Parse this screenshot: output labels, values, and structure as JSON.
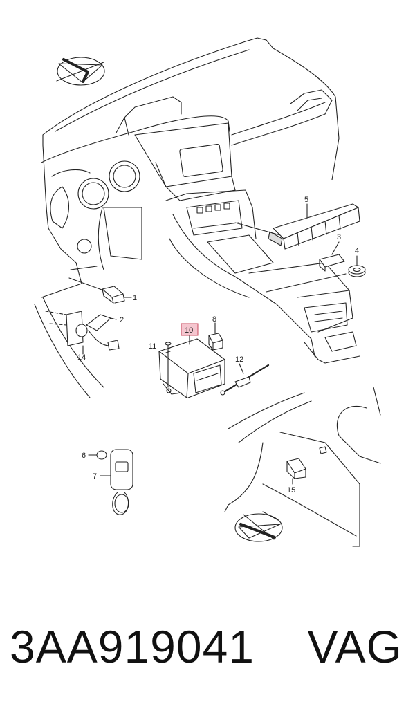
{
  "diagram": {
    "callouts": {
      "c1": "1",
      "c2": "2",
      "c3": "3",
      "c4": "4",
      "c5": "5",
      "c6": "6",
      "c7": "7",
      "c8": "8",
      "c10": "10",
      "c11": "11",
      "c12": "12",
      "c14": "14",
      "c15": "15"
    },
    "highlight": {
      "label_bg": "#f5c6cf",
      "label_border": "#c8485e"
    }
  },
  "footer": {
    "part_number": "3AA919041",
    "brand": "VAG"
  }
}
